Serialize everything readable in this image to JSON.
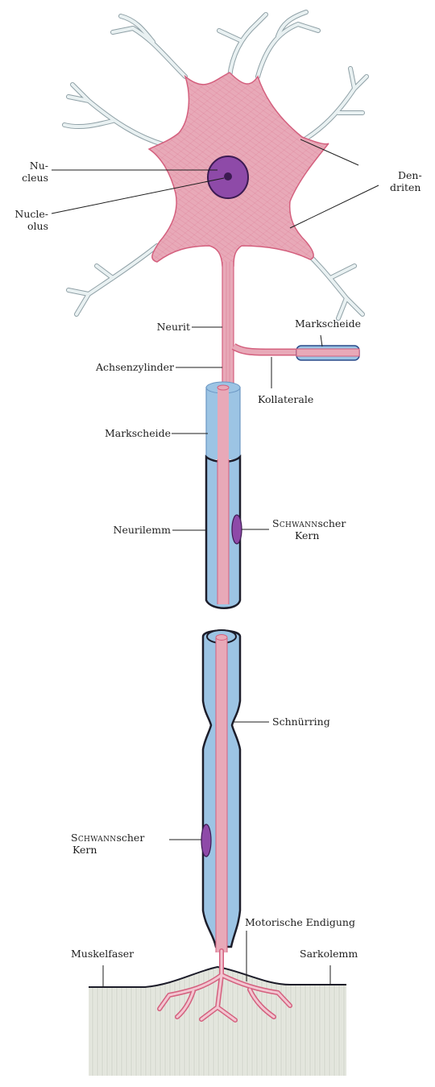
{
  "labels": {
    "nucleus_1": "Nu-",
    "nucleus_2": "cleus",
    "nucleolus_1": "Nucle-",
    "nucleolus_2": "olus",
    "dendriten_1": "Den-",
    "dendriten_2": "driten",
    "neurit": "Neurit",
    "markscheide_top": "Markscheide",
    "achsenzylinder": "Achsenzylinder",
    "kollaterale": "Kollaterale",
    "markscheide": "Markscheide",
    "neurilemm": "Neurilemm",
    "schwann_top_sc": "Schwann",
    "schwann_top_suffix": "scher",
    "kern_top": "Kern",
    "schnurring": "Schnürring",
    "schwann_bottom_sc": "Schwann",
    "schwann_bottom_suffix": "scher",
    "kern_bottom": "Kern",
    "motorische_endigung": "Motorische Endigung",
    "muskelfaser": "Muskelfaser",
    "sarkolemm": "Sarkolemm"
  },
  "colors": {
    "cytoplasm": "#e8a9b8",
    "fibril": "#d4607e",
    "nucleus": "#8e4aa8",
    "nucleolus": "#3c1a52",
    "dendrite": "#e9f1f2",
    "dendrite_outline": "#8fa0a6",
    "myelin": "#9cc4e4",
    "membrane": "#1d1d2a",
    "muscle": "#e6e8e0",
    "ink": "#1e1e1e"
  }
}
